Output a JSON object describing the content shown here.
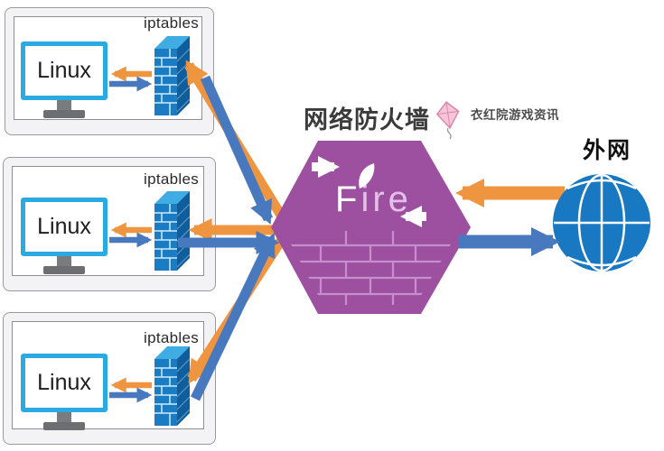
{
  "title": {
    "text": "网络防火墙"
  },
  "watermark": {
    "text": "衣红院游戏资讯",
    "icon": "kite"
  },
  "machines": [
    {
      "os_label": "Linux",
      "firewall_label": "iptables"
    },
    {
      "os_label": "Linux",
      "firewall_label": "iptables"
    },
    {
      "os_label": "Linux",
      "firewall_label": "iptables"
    }
  ],
  "firewall_hexagon": {
    "label_f": "F",
    "label_i": "i",
    "label_re": "re",
    "full_label": "Fire"
  },
  "external_network": {
    "label": "外网"
  },
  "colors": {
    "arrow_inbound_orange": "#F0953F",
    "arrow_outbound_blue": "#4878BE",
    "hexagon_purple": "#9D4FA0",
    "hexagon_brick_line": "#C68FCB",
    "wall_blue_front": "#1A7CC2",
    "wall_blue_top": "#3FADE4",
    "wall_blue_side": "#0E5E9E",
    "monitor_frame_blue": "#29ABE2",
    "globe_blue": "#1878C2"
  }
}
